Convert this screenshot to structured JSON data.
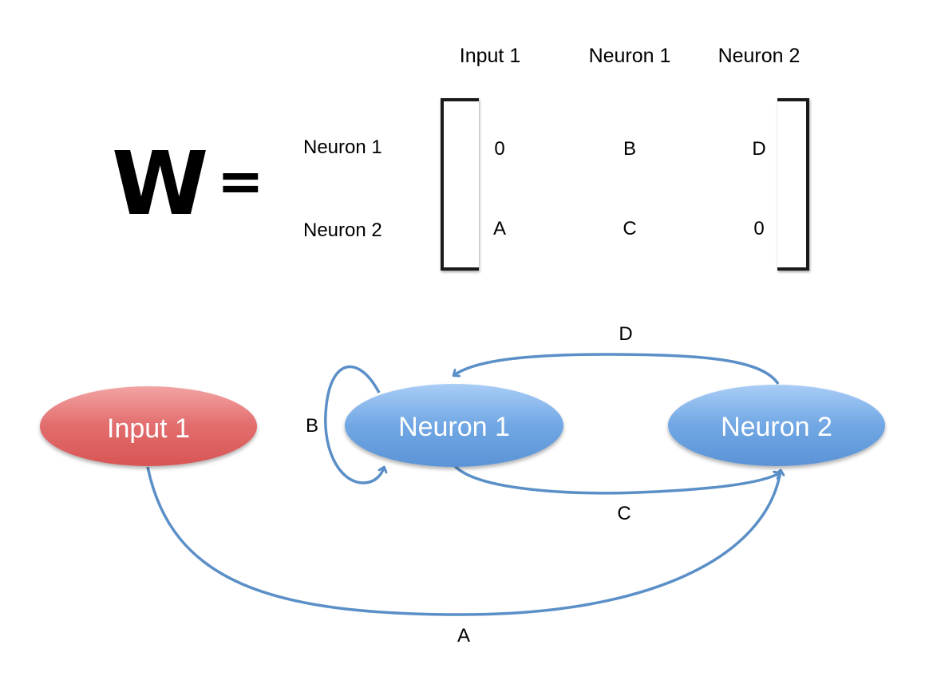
{
  "matrix": {
    "symbol": "W",
    "equals": "=",
    "column_headers": [
      "Input 1",
      "Neuron 1",
      "Neuron 2"
    ],
    "rows": [
      {
        "label": "Neuron 1",
        "values": [
          "0",
          "B",
          "D"
        ]
      },
      {
        "label": "Neuron 2",
        "values": [
          "A",
          "C",
          "0"
        ]
      }
    ]
  },
  "graph": {
    "nodes": {
      "input1": {
        "label": "Input 1",
        "color": "#e06565"
      },
      "neuron1": {
        "label": "Neuron 1",
        "color": "#6da4e2"
      },
      "neuron2": {
        "label": "Neuron 2",
        "color": "#6da4e2"
      }
    },
    "edges": {
      "A": "A",
      "B": "B",
      "C": "C",
      "D": "D"
    },
    "edge_color": "#5b8fc7"
  }
}
